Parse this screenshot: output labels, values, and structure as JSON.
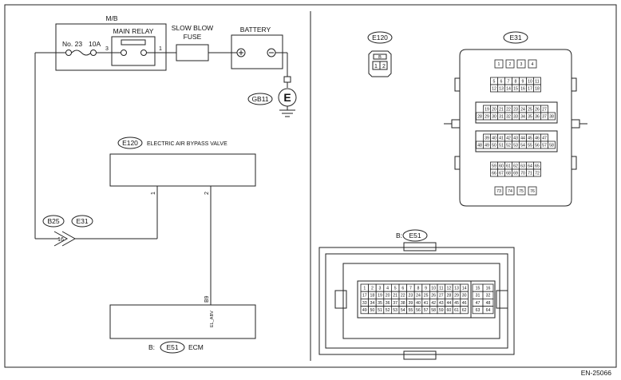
{
  "outer_frame": {
    "code": "EN-25066"
  },
  "left": {
    "mb": {
      "label": "M/B",
      "fuse_no": "No. 23",
      "fuse_amp": "10A",
      "relay_label": "MAIN RELAY",
      "pin_3": "3",
      "pin_1": "1"
    },
    "slow_blow_fuse": {
      "line1": "SLOW BLOW",
      "line2": "FUSE"
    },
    "battery": {
      "label": "BATTERY"
    },
    "ground": {
      "conn": "GB11",
      "letter": "E"
    },
    "valve": {
      "conn": "E120",
      "label": "ELECTRIC AIR BYPASS VALVE",
      "pin_1": "1",
      "pin_2": "2"
    },
    "joint": {
      "conn_a": "B25",
      "conn_b": "E31",
      "pin": "16"
    },
    "ecm": {
      "prefix": "B:",
      "conn": "E51",
      "label": "ECM",
      "pin": "B9",
      "signal": "EL_ABV"
    }
  },
  "right": {
    "e120": {
      "conn": "E120",
      "pins": [
        "1",
        "2"
      ],
      "lock_mark": "B"
    },
    "e31": {
      "conn": "E31",
      "rows": [
        [
          "1",
          "2",
          "3",
          "4"
        ],
        [
          "5",
          "6",
          "7",
          "8",
          "9",
          "10",
          "11"
        ],
        [
          "12",
          "13",
          "14",
          "15",
          "16",
          "17",
          "18"
        ],
        [
          "19",
          "20",
          "21",
          "22",
          "23",
          "24",
          "25",
          "26",
          "27"
        ],
        [
          "28",
          "29",
          "30",
          "31",
          "32",
          "33",
          "34",
          "35",
          "36",
          "37",
          "38"
        ],
        [
          "39",
          "40",
          "41",
          "42",
          "43",
          "44",
          "45",
          "46",
          "47"
        ],
        [
          "48",
          "49",
          "50",
          "51",
          "52",
          "53",
          "54",
          "55",
          "56",
          "57",
          "58"
        ],
        [
          "59",
          "60",
          "61",
          "62",
          "63",
          "64",
          "65"
        ],
        [
          "66",
          "67",
          "68",
          "69",
          "70",
          "71",
          "72"
        ],
        [
          "73",
          "74",
          "75",
          "76"
        ]
      ]
    },
    "e51": {
      "prefix": "B:",
      "conn": "E51",
      "main_rows": [
        [
          "1",
          "2",
          "3",
          "4",
          "5",
          "6",
          "7",
          "8",
          "9",
          "10",
          "11",
          "12",
          "13",
          "14"
        ],
        [
          "17",
          "18",
          "19",
          "20",
          "21",
          "22",
          "23",
          "24",
          "25",
          "26",
          "27",
          "28",
          "29",
          "30"
        ],
        [
          "33",
          "34",
          "35",
          "36",
          "37",
          "38",
          "39",
          "40",
          "41",
          "42",
          "43",
          "44",
          "45",
          "46"
        ],
        [
          "49",
          "50",
          "51",
          "52",
          "53",
          "54",
          "55",
          "56",
          "57",
          "58",
          "59",
          "60",
          "61",
          "62"
        ]
      ],
      "side_rows": [
        [
          "15",
          "16"
        ],
        [
          "31",
          "32"
        ],
        [
          "47",
          "48"
        ],
        [
          "63",
          "64"
        ]
      ]
    }
  }
}
